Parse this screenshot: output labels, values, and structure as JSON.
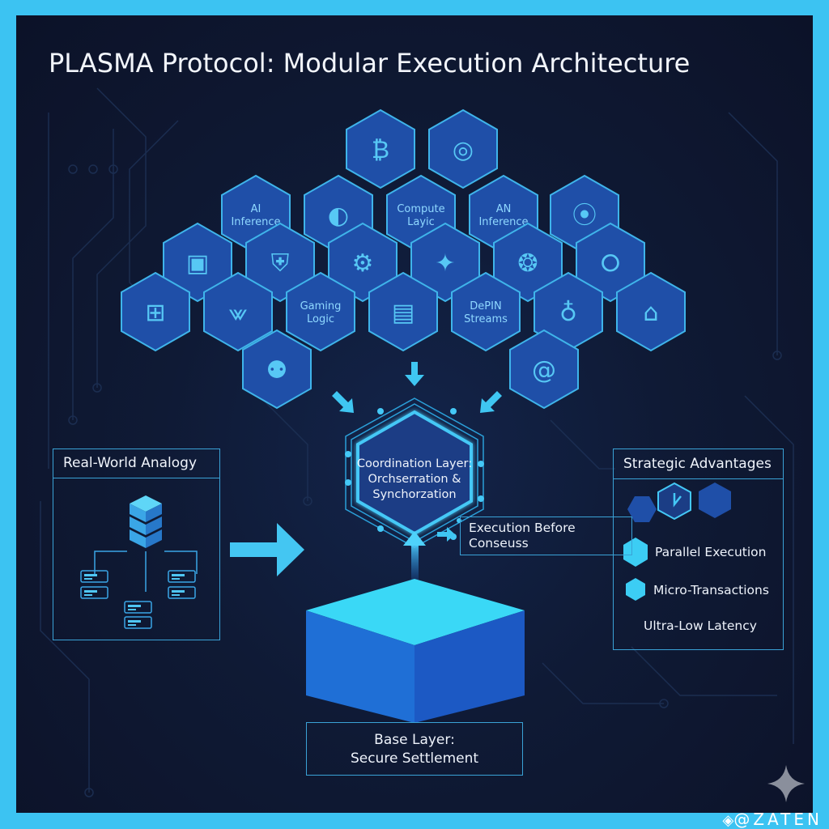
{
  "title": "PLASMA Protocol: Modular Execution Architecture",
  "colors": {
    "outer_border": "#3cc3f2",
    "background": "#0f1a35",
    "hex_fill": "#1f4fa8",
    "hex_stroke": "#3fb4ea",
    "accent_cyan": "#3bd2f5",
    "icon_color": "#57c8f5"
  },
  "hex_grid": {
    "hexes": [
      {
        "row": 0,
        "label": "",
        "icon": "bitcoin-cycle-icon"
      },
      {
        "row": 0,
        "label": "",
        "icon": "camera-focus-icon"
      },
      {
        "row": 1,
        "label": "AI\nInference",
        "icon": ""
      },
      {
        "row": 1,
        "label": "",
        "icon": "overlapping-circles-icon"
      },
      {
        "row": 1,
        "label": "Compute\nLayic",
        "icon": ""
      },
      {
        "row": 1,
        "label": "AN\nInference",
        "icon": ""
      },
      {
        "row": 1,
        "label": "",
        "icon": "frame-lens-icon"
      },
      {
        "row": 2,
        "label": "",
        "icon": "safe-vault-icon"
      },
      {
        "row": 2,
        "label": "",
        "icon": "shield-frame-icon"
      },
      {
        "row": 2,
        "label": "",
        "icon": "globe-gear-icon"
      },
      {
        "row": 2,
        "label": "",
        "icon": "compass-star-icon"
      },
      {
        "row": 2,
        "label": "",
        "icon": "dashed-gear-icon"
      },
      {
        "row": 2,
        "label": "",
        "icon": "ring-link-icon"
      },
      {
        "row": 3,
        "label": "",
        "icon": "chip-b-icon"
      },
      {
        "row": 3,
        "label": "",
        "icon": "signal-wave-icon"
      },
      {
        "row": 3,
        "label": "Gaming\nLogic",
        "icon": ""
      },
      {
        "row": 3,
        "label": "",
        "icon": "terminal-device-icon"
      },
      {
        "row": 3,
        "label": "DePIN\nStreams",
        "icon": ""
      },
      {
        "row": 3,
        "label": "",
        "icon": "globe-tower-icon"
      },
      {
        "row": 3,
        "label": "",
        "icon": "server-bell-icon"
      },
      {
        "row": 4,
        "label": "",
        "icon": "location-pin-icon"
      },
      {
        "row": 4,
        "label": "",
        "icon": "spiral-gear-icon"
      }
    ]
  },
  "coordination": {
    "line1": "Coordination Layer:",
    "line2": "Orchserration &",
    "line3": "Synchorzation"
  },
  "analogy": {
    "title": "Real-World Analogy",
    "icon": "server-stack-icon"
  },
  "execution_note": {
    "line1": "Execution Before",
    "line2": "Conseuss"
  },
  "advantages": {
    "title": "Strategic Advantages",
    "items": [
      {
        "label": "Parallel Execution"
      },
      {
        "label": "Micro-Transactions"
      },
      {
        "label": "Ultra-Low Latency"
      }
    ]
  },
  "base": {
    "line1": "Base Layer:",
    "line2": "Secure Settlement"
  },
  "watermark": "@ZATEN"
}
